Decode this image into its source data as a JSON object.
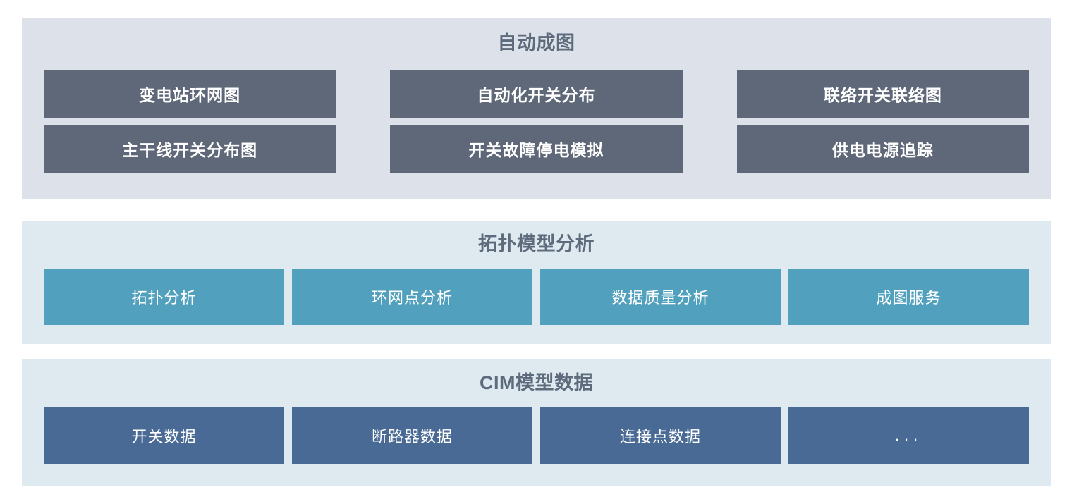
{
  "sections": [
    {
      "id": "auto-mapping",
      "title": "自动成图",
      "theme": {
        "panel_bg": "#dde2ea",
        "tile_bg": "#5f6878",
        "title_color": "#5d6b7d",
        "tile_text_color": "#ffffff"
      },
      "rows": [
        {
          "tiles": [
            {
              "label": "变电站环网图"
            },
            {
              "label": "自动化开关分布"
            },
            {
              "label": "联络开关联络图"
            }
          ]
        },
        {
          "tiles": [
            {
              "label": "主干线开关分布图"
            },
            {
              "label": "开关故障停电模拟"
            },
            {
              "label": "供电电源追踪"
            }
          ]
        }
      ]
    },
    {
      "id": "topology-model-analysis",
      "title": "拓扑模型分析",
      "theme": {
        "panel_bg": "#dfeaf0",
        "tile_bg": "#51a0bd",
        "title_color": "#5d6b7d",
        "tile_text_color": "#ffffff"
      },
      "rows": [
        {
          "tiles": [
            {
              "label": "拓扑分析"
            },
            {
              "label": "环网点分析"
            },
            {
              "label": "数据质量分析"
            },
            {
              "label": "成图服务"
            }
          ]
        }
      ]
    },
    {
      "id": "cim-model-data",
      "title": "CIM模型数据",
      "theme": {
        "panel_bg": "#dfeaf0",
        "tile_bg": "#486a94",
        "title_color": "#5d6b7d",
        "tile_text_color": "#ffffff"
      },
      "rows": [
        {
          "tiles": [
            {
              "label": "开关数据"
            },
            {
              "label": "断路器数据"
            },
            {
              "label": "连接点数据"
            },
            {
              "label": "..."
            }
          ]
        }
      ]
    }
  ]
}
